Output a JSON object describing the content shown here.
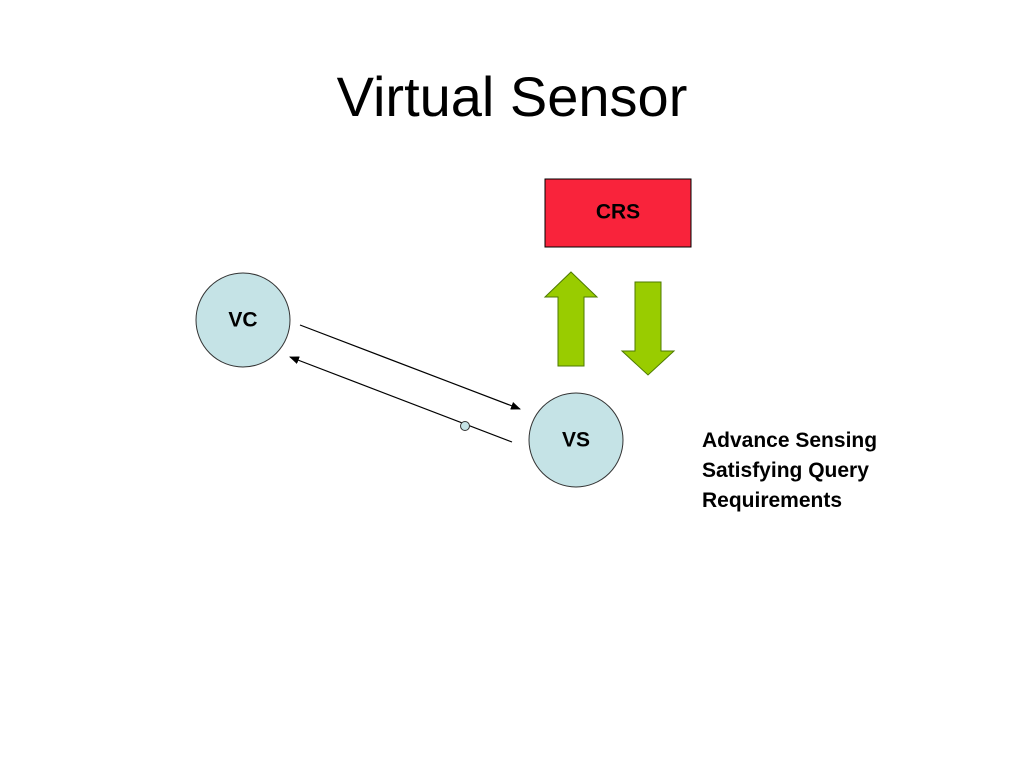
{
  "title": "Virtual Sensor",
  "nodes": {
    "crs": {
      "label": "CRS",
      "fill": "#f9233b"
    },
    "vc": {
      "label": "VC",
      "fill": "#c5e3e6"
    },
    "vs": {
      "label": "VS",
      "fill": "#c5e3e6"
    }
  },
  "arrows": {
    "crs_exchange_color": "#99cc00",
    "link_color": "#000000"
  },
  "note": {
    "lines": [
      "Advance Sensing",
      "Satisfying Query",
      "Requirements"
    ]
  }
}
